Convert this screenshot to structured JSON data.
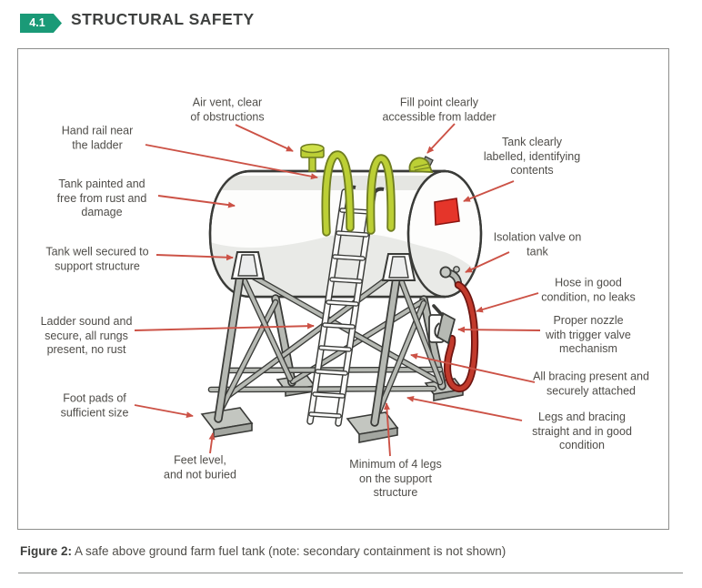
{
  "header": {
    "badge": "4.1",
    "title": "STRUCTURAL SAFETY"
  },
  "figure_caption": {
    "label": "Figure 2:",
    "text": " A safe above ground farm fuel tank (note: secondary containment is not shown)"
  },
  "colors": {
    "accent_green": "#1a9a77",
    "arrow_red": "#cc5246",
    "hazard_label_red": "#e5352a",
    "hose_red": "#c23a2c",
    "lime_green": "#bccf35",
    "structure_gray": "#b6b9b3",
    "text_dark": "#3e403f",
    "text_label": "#4f4d49"
  },
  "diagram": {
    "labels": [
      {
        "id": "hand-rail",
        "text": "Hand rail near\nthe ladder"
      },
      {
        "id": "air-vent",
        "text": "Air vent, clear\nof obstructions"
      },
      {
        "id": "fill-point",
        "text": "Fill point clearly\naccessible from ladder"
      },
      {
        "id": "tank-labelled",
        "text": "Tank clearly\nlabelled, identifying\ncontents"
      },
      {
        "id": "tank-painted",
        "text": "Tank painted and\nfree from rust and\ndamage"
      },
      {
        "id": "tank-secured",
        "text": "Tank well secured to\nsupport structure"
      },
      {
        "id": "isolation-valve",
        "text": "Isolation valve on\ntank"
      },
      {
        "id": "hose",
        "text": "Hose in good\ncondition, no leaks"
      },
      {
        "id": "ladder",
        "text": "Ladder sound and\nsecure, all rungs\npresent, no rust"
      },
      {
        "id": "nozzle",
        "text": "Proper nozzle\nwith trigger valve\nmechanism"
      },
      {
        "id": "bracing",
        "text": "All bracing present and\nsecurely attached"
      },
      {
        "id": "foot-pads",
        "text": "Foot pads of\nsufficient size"
      },
      {
        "id": "legs",
        "text": "Legs and bracing\nstraight and in good\ncondition"
      },
      {
        "id": "feet-level",
        "text": "Feet level,\nand not buried"
      },
      {
        "id": "min-legs",
        "text": "Minimum of 4 legs\non the support\nstructure"
      }
    ]
  }
}
